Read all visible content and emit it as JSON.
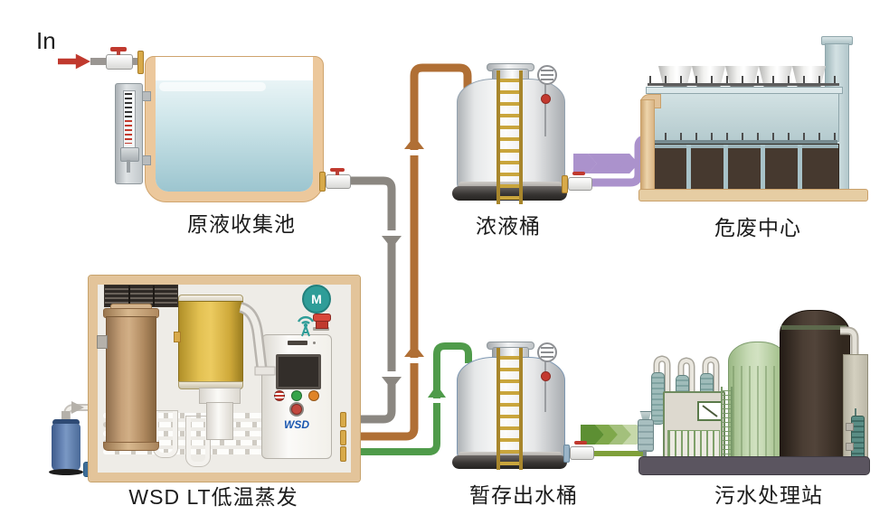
{
  "diagram": {
    "inlet_label": "In",
    "labels": {
      "collection_pool": "原液收集池",
      "concentrate_tank": "浓液桶",
      "hazwaste_center": "危废中心",
      "evaporator": "WSD LT低温蒸发",
      "outlet_tank": "暂存出水桶",
      "sewage_station": "污水处理站"
    },
    "evaporator_brand": "WSD",
    "flows": [
      {
        "from": "inlet",
        "to": "collection_pool",
        "pipe": "gray"
      },
      {
        "from": "collection_pool",
        "to": "evaporator",
        "pipe": "gray"
      },
      {
        "from": "evaporator",
        "to": "concentrate_tank",
        "pipe": "orange"
      },
      {
        "from": "concentrate_tank",
        "to": "hazwaste_center",
        "pipe": "purple"
      },
      {
        "from": "evaporator",
        "to": "outlet_tank",
        "pipe": "green"
      },
      {
        "from": "outlet_tank",
        "to": "sewage_station",
        "pipe": "olive"
      }
    ]
  },
  "colors": {
    "pipe-gray": "#8b8781",
    "pipe-orange": "#b06f35",
    "pipe-green": "#4f9b4a",
    "pipe-purple": "#ab92cc",
    "pipe-olive": "#7fa03a",
    "accent-red": "#c0392e",
    "gold": "#d8aa4a",
    "ladder-gold": "#c9a53c",
    "pool-wall": "#ecc89c",
    "water-top": "#e9f4f6",
    "water-bottom": "#9cc5cf",
    "machine-frame": "#e3c49a",
    "machine-base-blue": "#3d6d98",
    "brand-blue": "#1a57b0",
    "teal": "#2f9d98",
    "building-light": "#c6d8da",
    "building-dark": "#46392f",
    "building-base": "#e6cda3",
    "station-base": "#5b5560",
    "green-tank": "#b8cfa6",
    "dark-tank": "#3a2f26",
    "chev-green-1": "#5d8f33",
    "chev-green-2": "#7fa84b",
    "chev-green-3": "#a3c07c",
    "chev-green-4": "#c6d8aa"
  }
}
